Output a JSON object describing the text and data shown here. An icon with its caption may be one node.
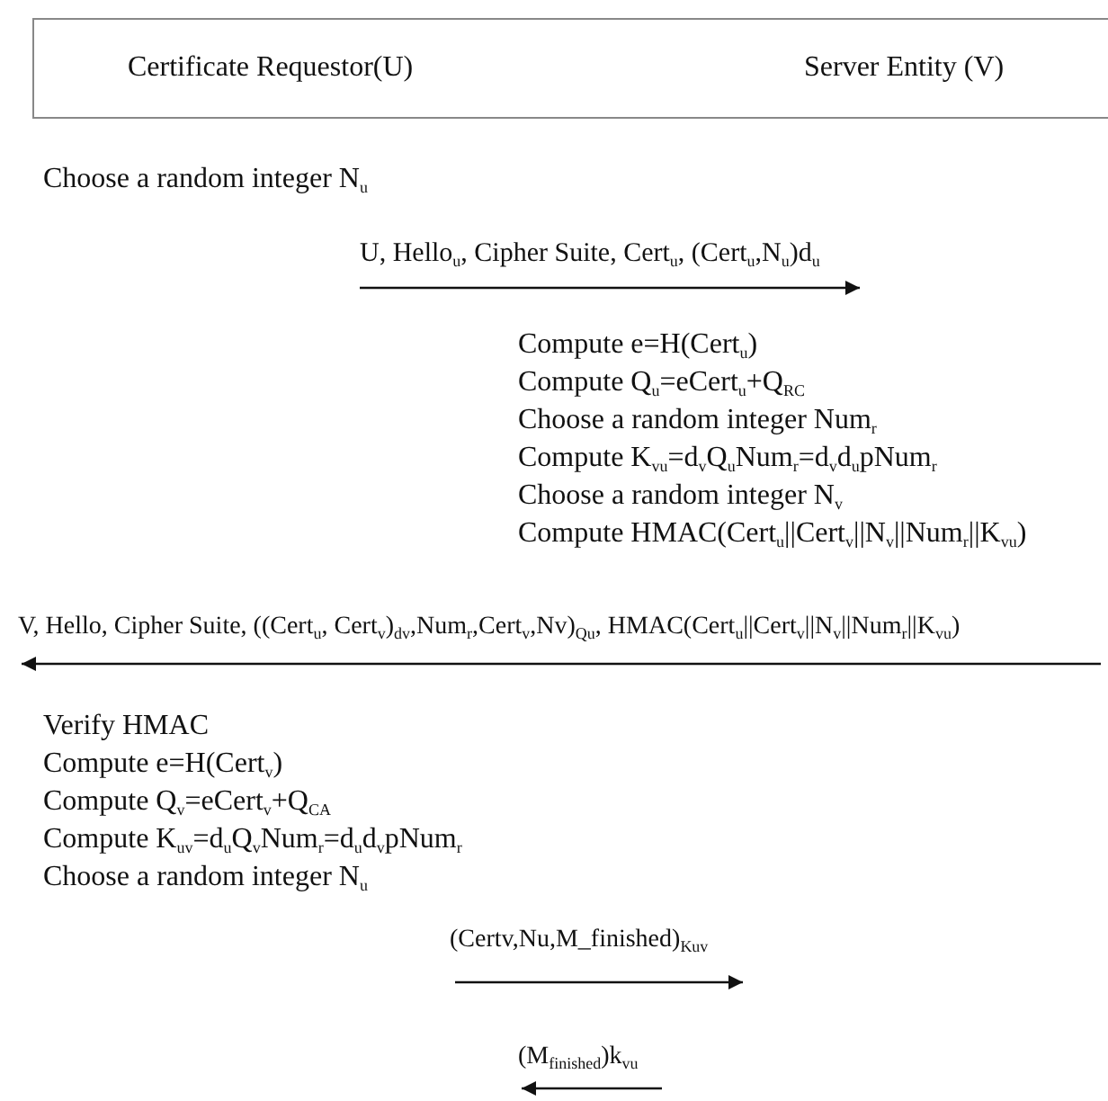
{
  "diagram": {
    "nodes": [
      {
        "text": [
          "Certificate Requestor(U)",
          "Server Entity (V)"
        ]
      }
    ],
    "labels": [
      "Choose a random integer N$_{u}$",
      "U, Hello$_{u}$, Cipher Suite, Cert$_{u}$, (Cert$_{u}$,N$_{u}$)d$_{u}$",
      "Compute e=H(Cert$_{u}$)",
      "Compute Q$_{u}$=eCert$_{u}$+Q$_{RC}$",
      "Choose a random integer Num$_{r}$",
      "Compute K$_{vu}$=d$_{v}$Q$_{u}$Num$_{r}$=d$_{v}$d$_{u}$pNum$_{r}$",
      "Choose a random integer N$_{v}$",
      "Compute HMAC(Cert$_{u}$||Cert$_{v}$||N$_{v}$||Num$_{r}$||K$_{vu}$)",
      "V, Hello, Cipher Suite, ((Cert$_{u}$, Cert$_{v}$)$_{dv}$,Num$_{r}$,Cert$_{v}$,Nv)$_{Qu}$, HMAC(Cert$_{u}$||Cert$_{v}$||N$_{v}$||Num$_{r}$||K$_{vu}$)",
      "Verify HMAC",
      "Compute e=H(Cert$_{v}$)",
      "Compute Q$_{v}$=eCert$_{v}$+Q$_{CA}$",
      "Compute K$_{uv}$=d$_{u}$Q$_{v}$Num$_{r}$=d$_{u}$d$_{v}$pNum$_{r}$",
      "Choose a random integer N$_{u}$",
      "(Certv,Nu,M_finished)$_{Kuv}$",
      "(M$_{finished}$)k$_{vu}$"
    ]
  }
}
